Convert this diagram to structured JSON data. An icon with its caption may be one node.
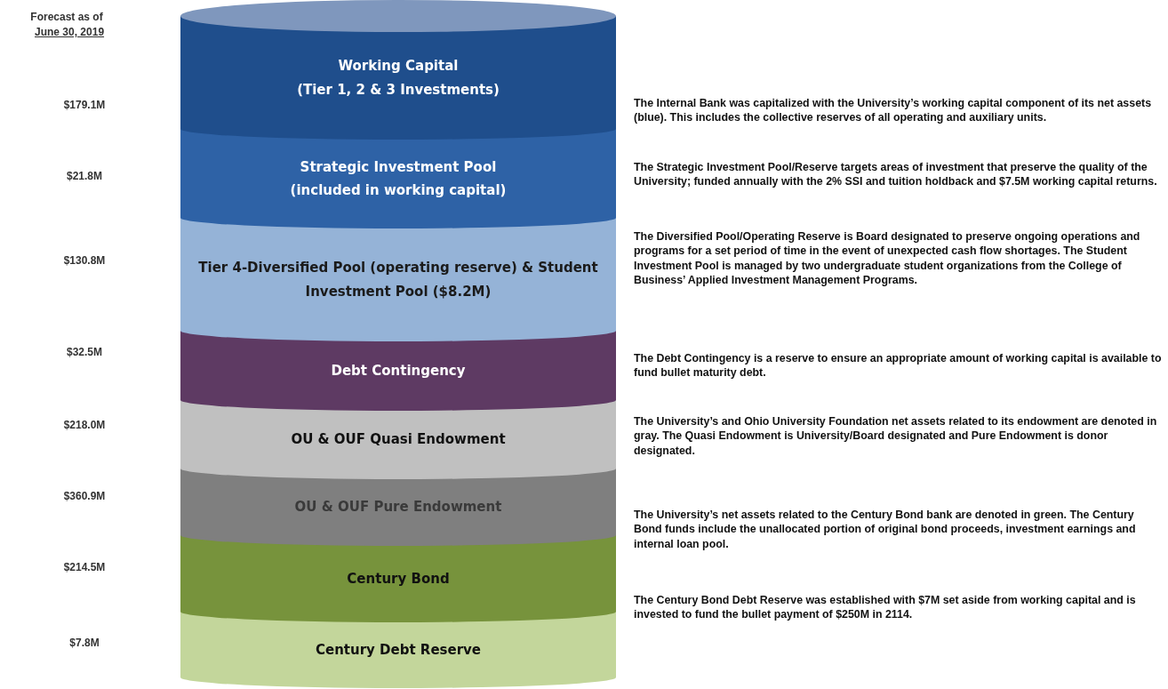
{
  "diagram": {
    "nodes": [
      {
        "text": [
          "Working Capital",
          "(Tier 1, 2 & 3 Investments)"
        ],
        "beside": [
          "The Internal Bank was capitalized with the University’s working capital component of its net assets (blue).  This includes the collective reserves of all operating and auxiliary units."
        ]
      },
      {
        "text": [
          "Strategic  Investment  Pool",
          "(included in working capital)"
        ],
        "beside": [
          "The Strategic Investment Pool/Reserve targets areas of investment that preserve the quality of the University; funded annually with the 2% SSI and tuition holdback and $7.5M working capital returns."
        ]
      },
      {
        "text": [
          "**Tier** 4-Diversified Pool (operating reserve) & Student Investment Pool ($8.2M)"
        ],
        "beside": [
          "The Diversified Pool/Operating Reserve is Board designated to preserve ongoing operations and programs for a set period of time in the event of unexpected cash flow shortages. The Student Investment Pool is managed by two undergraduate student organizations from the College of Business’ Applied Investment Management Programs."
        ]
      },
      {
        "text": [
          "Debt Contingency"
        ],
        "beside": [
          "The Debt Contingency is a reserve to ensure an appropriate amount of working capital is available to fund bullet maturity debt."
        ]
      },
      {
        "text": [
          "OU & OUF Quasi Endowment"
        ],
        "beside": [
          "The University’s and  Ohio University Foundation net assets related to its endowment are denoted in gray.  The Quasi Endowment is University/Board designated and Pure Endowment is donor designated."
        ]
      },
      {
        "text": [
          "OU & OUF Pure Endowment"
        ]
      },
      {
        "text": [
          "Century Bond"
        ],
        "beside": [
          "The University’s net assets related to the Century Bond bank are denoted in green.   The Century Bond funds include the unallocated portion of original bond proceeds, investment earnings and internal loan pool."
        ]
      },
      {
        "text": [
          "Century Debt Reserve"
        ],
        "beside": [
          "The Century Bond Debt Reserve was established with $7M set aside from working capital and is invested to fund the bullet payment of $250M in 2114."
        ]
      }
    ],
    "edges": [],
    "labels": [
      "Forecast as of",
      "June 30, 2019",
      "$179.1M",
      "$21.8M",
      "$130.8M",
      "$32.5M",
      "$218.0M",
      "$360.9M",
      "$214.5M",
      "$7.8M"
    ]
  }
}
